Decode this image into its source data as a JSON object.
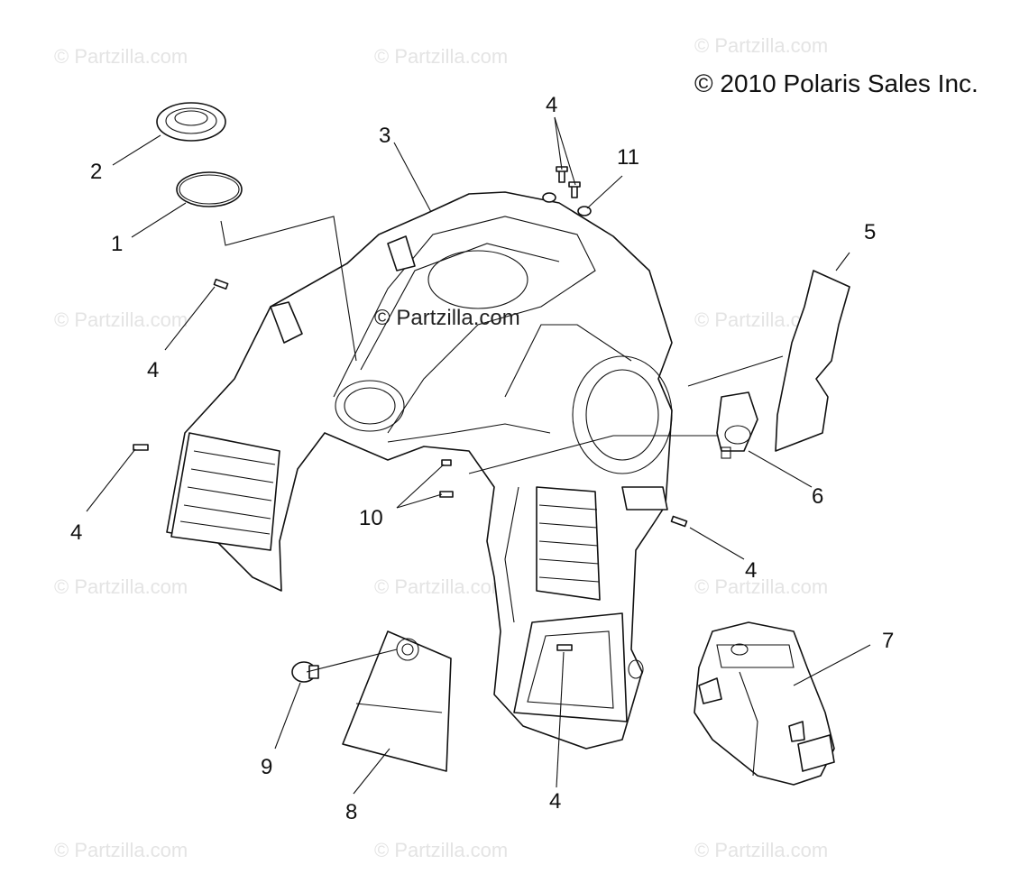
{
  "copyright": "© 2010 Polaris Sales Inc.",
  "watermark": "© Partzilla.com",
  "callouts": {
    "c1": "1",
    "c2": "2",
    "c3": "3",
    "c4a": "4",
    "c4b": "4",
    "c4c": "4",
    "c4d": "4",
    "c4e": "4",
    "c5": "5",
    "c6": "6",
    "c7": "7",
    "c8": "8",
    "c9": "9",
    "c10": "10",
    "c11": "11"
  }
}
